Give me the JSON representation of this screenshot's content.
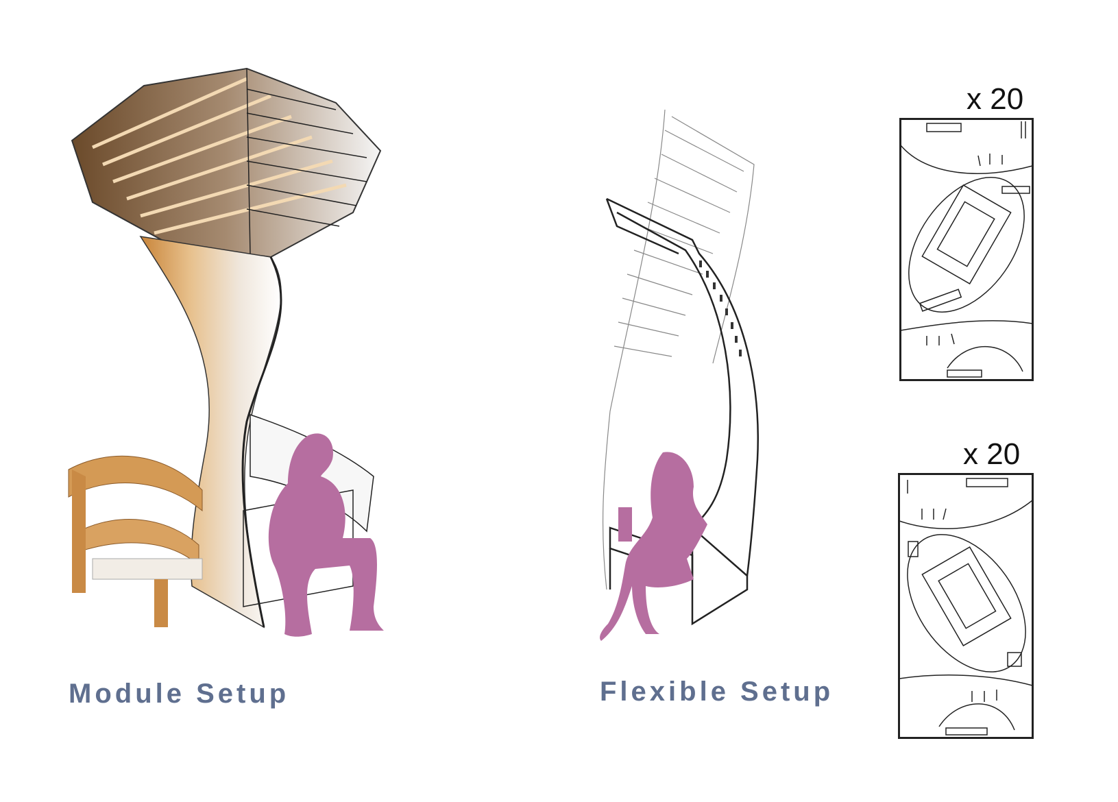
{
  "captions": {
    "module_setup": "Module Setup",
    "flexible_setup": "Flexible Setup"
  },
  "cut_sheets": [
    {
      "quantity": "x 20"
    },
    {
      "quantity": "x 20"
    }
  ],
  "colors": {
    "caption": "#5f6f8f",
    "wood": "#d49a55",
    "silhouette": "#b66ea0",
    "line": "#222222"
  },
  "icons": {
    "module_render": "spiral-pavilion-render",
    "flexible_drawing": "flexible-pavilion-line-drawing",
    "person": "seated-person-silhouette",
    "cut_sheet": "cnc-cut-sheet"
  }
}
